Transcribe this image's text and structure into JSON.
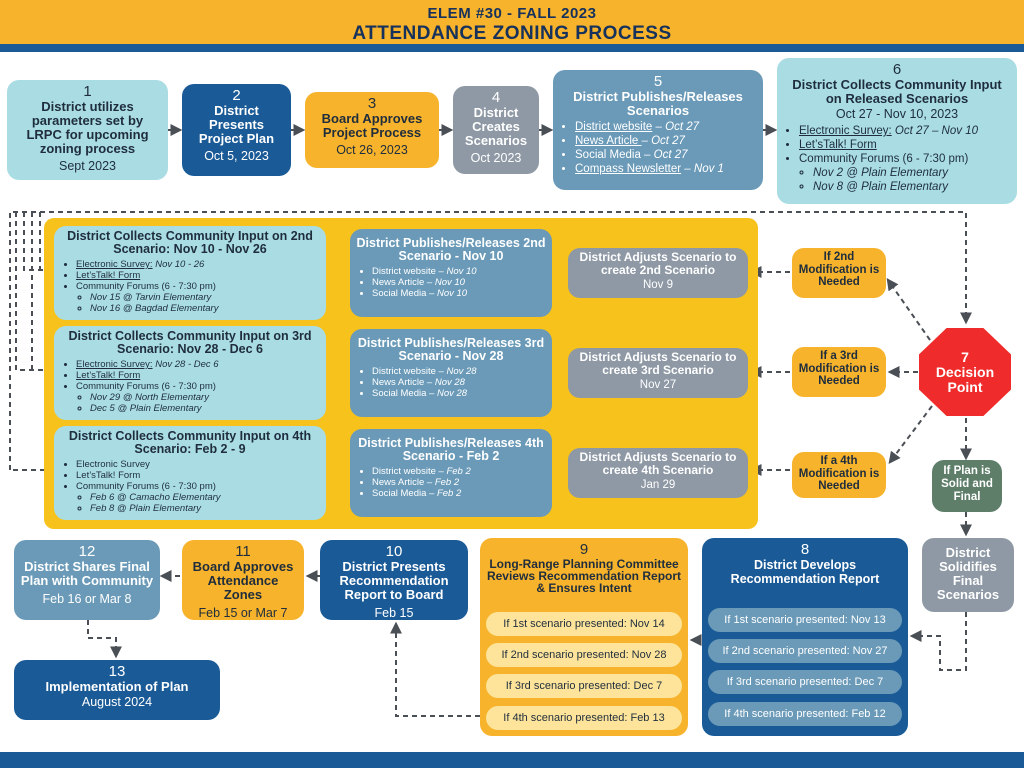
{
  "header": {
    "line1": "ELEM #30 - FALL 2023",
    "line2": "ATTENDANCE ZONING PROCESS"
  },
  "colors": {
    "yellow": "#f7b32b",
    "dark_blue": "#1a5a96",
    "light_blue": "#a9dde3",
    "gray": "#8e99a5",
    "steel": "#6a9ab8",
    "red": "#ef2b2b",
    "green": "#5e7e6a"
  },
  "steps": {
    "s1": {
      "num": "1",
      "title": "District utilizes parameters set by LRPC for upcoming zoning process",
      "date": "Sept 2023"
    },
    "s2": {
      "num": "2",
      "title": "District Presents Project Plan",
      "date": "Oct 5, 2023"
    },
    "s3": {
      "num": "3",
      "title": "Board Approves Project Process",
      "date": "Oct 26, 2023"
    },
    "s4": {
      "num": "4",
      "title": "District Creates Scenarios",
      "date": "Oct 2023"
    },
    "s5": {
      "num": "5",
      "title": "District Publishes/Releases Scenarios",
      "items": [
        {
          "label": "District website",
          "date": "Oct 27"
        },
        {
          "label": "News Article ",
          "date": "Oct 27"
        },
        {
          "label": "Social Media",
          "date": "Oct 27"
        },
        {
          "label": "Compass Newsletter",
          "date": "Nov 1"
        }
      ]
    },
    "s6": {
      "num": "6",
      "title": "District Collects Community Input on Released Scenarios",
      "date": "Oct 27 -  Nov 10, 2023",
      "survey": "Electronic Survey:",
      "survey_date": "Oct 27 – Nov 10",
      "talk": "Let’sTalk! Form",
      "forums": "Community Forums (6 - 7:30 pm)",
      "forum_dates": [
        "Nov 2 @ Plain Elementary",
        "Nov 8 @ Plain Elementary"
      ]
    },
    "s7": {
      "num": "7",
      "title": "Decision Point"
    },
    "s8": {
      "num": "8",
      "title": "District Develops Recommendation Report",
      "pills": [
        "If 1st scenario presented: Nov 13",
        "If 2nd scenario presented: Nov 27",
        "If 3rd scenario presented: Dec 7",
        "If 4th scenario presented: Feb 12"
      ]
    },
    "s9": {
      "num": "9",
      "title": "Long-Range Planning Committee Reviews Recommendation Report & Ensures Intent",
      "pills": [
        "If 1st scenario presented: Nov 14",
        "If 2nd scenario presented: Nov 28",
        "If 3rd scenario presented: Dec 7",
        "If 4th scenario presented: Feb 13"
      ]
    },
    "s10": {
      "num": "10",
      "title": "District Presents Recommendation Report to Board",
      "date": "Feb 15"
    },
    "s11": {
      "num": "11",
      "title": "Board Approves Attendance Zones",
      "date": "Feb 15 or Mar 7"
    },
    "s12": {
      "num": "12",
      "title": "District Shares Final Plan with Community",
      "date": "Feb 16 or Mar 8"
    },
    "s13": {
      "num": "13",
      "title": "Implementation of Plan",
      "date": "August 2024"
    }
  },
  "solid": {
    "label": "If Plan is Solid and Final",
    "result": "District Solidifies Final Scenarios"
  },
  "rows": [
    {
      "modification": "If 2nd Modification is Needed",
      "adjust_title": "District Adjusts Scenario to create 2nd Scenario",
      "adjust_date": "Nov 9",
      "publish_title": "District Publishes/Releases 2nd Scenario - Nov 10",
      "publish_items": [
        {
          "label": "District website",
          "date": "Nov 10"
        },
        {
          "label": "News Article",
          "date": "Nov 10"
        },
        {
          "label": "Social Media",
          "date": "Nov 10"
        }
      ],
      "collect_title": "District Collects Community Input on 2nd Scenario:  Nov 10 - Nov 26",
      "survey": "Electronic Survey:",
      "survey_date": "Nov 10 - 26",
      "talk": "Let’sTalk! Form",
      "forums": "Community Forums (6 - 7:30 pm)",
      "forum_dates": [
        "Nov 15 @ Tarvin Elementary",
        "Nov 16 @ Bagdad Elementary"
      ]
    },
    {
      "modification": "If a 3rd Modification is Needed",
      "adjust_title": "District Adjusts Scenario to create 3rd Scenario",
      "adjust_date": "Nov 27",
      "publish_title": "District Publishes/Releases 3rd Scenario - Nov 28",
      "publish_items": [
        {
          "label": "District website",
          "date": "Nov 28"
        },
        {
          "label": "News Article",
          "date": "Nov 28"
        },
        {
          "label": "Social Media",
          "date": "Nov 28"
        }
      ],
      "collect_title": "District Collects Community Input on 3rd Scenario:  Nov 28 - Dec 6",
      "survey": "Electronic Survey:",
      "survey_date": "Nov 28 - Dec 6",
      "talk": "Let’sTalk! Form",
      "forums": "Community Forums (6 - 7:30 pm)",
      "forum_dates": [
        "Nov 29 @ North Elementary",
        "Dec 5 @ Plain Elementary"
      ]
    },
    {
      "modification": "If a 4th Modification is Needed",
      "adjust_title": "District Adjusts Scenario to create 4th Scenario",
      "adjust_date": "Jan 29",
      "publish_title": "District Publishes/Releases 4th Scenario - Feb 2",
      "publish_items": [
        {
          "label": "District website",
          "date": "Feb 2"
        },
        {
          "label": "News Article",
          "date": "Feb 2"
        },
        {
          "label": "Social Media",
          "date": "Feb 2"
        }
      ],
      "collect_title": "District Collects Community Input on 4th Scenario:  Feb 2 - 9",
      "survey": "Electronic Survey",
      "survey_date": "",
      "talk": "Let’sTalk! Form",
      "forums": "Community Forums (6 - 7:30 pm)",
      "forum_dates": [
        "Feb 6  @ Camacho Elementary",
        "Feb 8 @  Plain Elementary"
      ]
    }
  ]
}
